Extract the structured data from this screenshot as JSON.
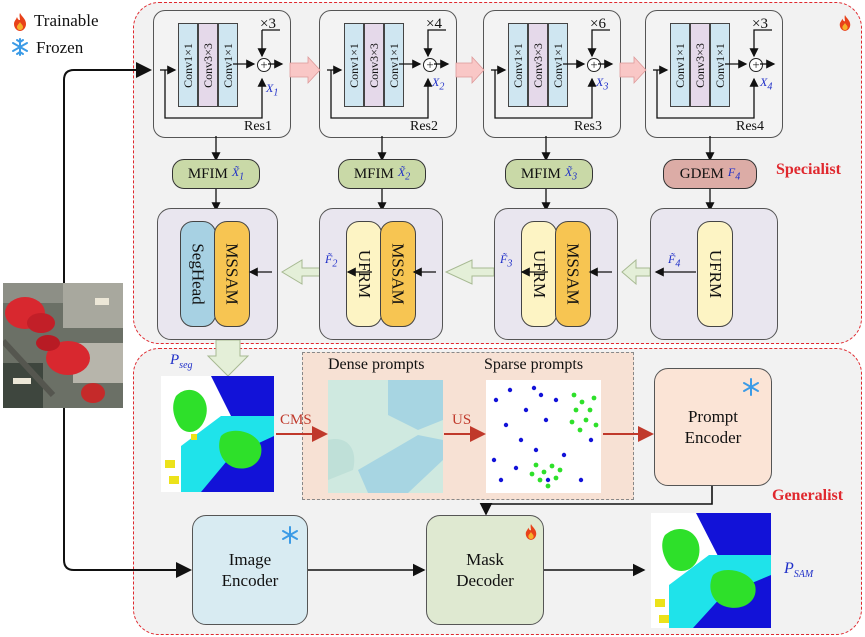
{
  "legend": {
    "trainable": "Trainable",
    "frozen": "Frozen"
  },
  "specialist": {
    "label": "Specialist",
    "blocks": [
      {
        "name": "Res1",
        "repeat": "×3",
        "x": "X",
        "xsub": "1"
      },
      {
        "name": "Res2",
        "repeat": "×4",
        "x": "X",
        "xsub": "2"
      },
      {
        "name": "Res3",
        "repeat": "×6",
        "x": "X",
        "xsub": "3"
      },
      {
        "name": "Res4",
        "repeat": "×3",
        "x": "X",
        "xsub": "4"
      }
    ],
    "conv_labels": [
      "Conv1×1",
      "Conv3×3",
      "Conv1×1"
    ],
    "mfim": [
      {
        "label": "MFIM",
        "sym": "X̃",
        "sub": "1"
      },
      {
        "label": "MFIM",
        "sym": "X̃",
        "sub": "2"
      },
      {
        "label": "MFIM",
        "sym": "X̃",
        "sub": "3"
      }
    ],
    "gdem": {
      "label": "GDEM",
      "sym": "F",
      "sub": "4"
    },
    "decoder": {
      "seghead": "SegHead",
      "mssam": "MSSAM",
      "ufrm": "UFRM",
      "f_labels": [
        {
          "sym": "F̃",
          "sub": "2"
        },
        {
          "sym": "F̃",
          "sub": "3"
        },
        {
          "sym": "F̃",
          "sub": "4"
        }
      ]
    }
  },
  "generalist": {
    "label": "Generalist",
    "p_seg": {
      "sym": "P",
      "sub": "seg"
    },
    "cms": "CMS",
    "us": "US",
    "dense_prompts": "Dense prompts",
    "sparse_prompts": "Sparse prompts",
    "prompt_encoder": [
      "Prompt",
      "Encoder"
    ],
    "image_encoder": [
      "Image",
      "Encoder"
    ],
    "mask_decoder": [
      "Mask",
      "Decoder"
    ],
    "p_sam": {
      "sym": "P",
      "sub": "SAM"
    }
  },
  "colors": {
    "dashed_border": "#e0282e",
    "frozen_icon": "#3b9be6",
    "trainable_icon": "#e8421a",
    "x_label": "#1f2fc8",
    "seg_cyan": "#1fe3ea",
    "seg_green": "#2ee02a",
    "seg_blue": "#1212d8",
    "seg_yellow": "#ece21a"
  }
}
